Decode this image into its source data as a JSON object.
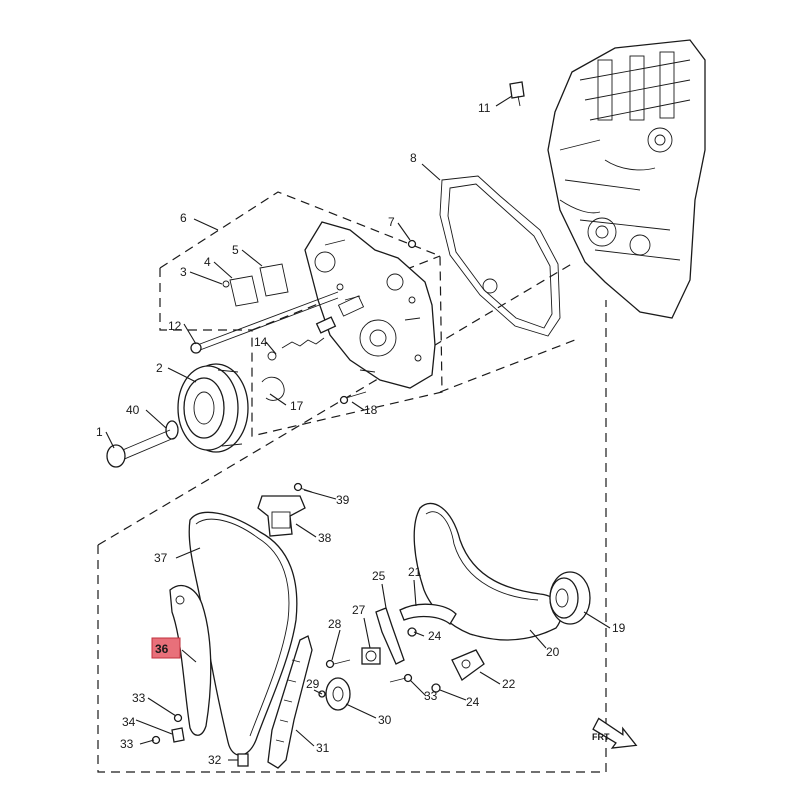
{
  "diagram": {
    "highlighted_callout": "36",
    "highlight_color": "#e8707a",
    "forward_arrow_label": "FRT",
    "callouts": [
      "1",
      "2",
      "3",
      "4",
      "5",
      "6",
      "7",
      "8",
      "11",
      "12",
      "14",
      "17",
      "18",
      "19",
      "20",
      "21",
      "22",
      "24",
      "24",
      "25",
      "27",
      "28",
      "29",
      "30",
      "31",
      "32",
      "33",
      "33",
      "33",
      "34",
      "37",
      "38",
      "39",
      "40"
    ]
  }
}
